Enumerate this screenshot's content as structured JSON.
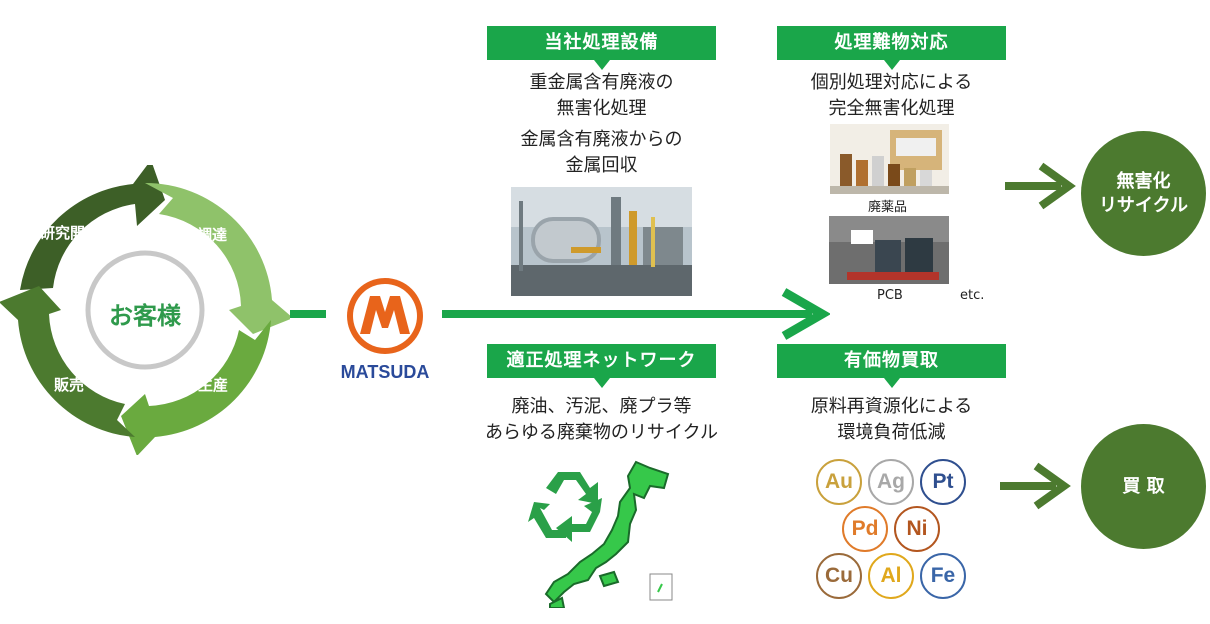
{
  "cycle": {
    "center": "お客様",
    "stages": [
      "研究開発",
      "調達",
      "生産",
      "販売"
    ],
    "colors": {
      "research": "#3d5f27",
      "procure": "#8fc26a",
      "produce": "#6aaa3f",
      "sales": "#4c7a2f"
    }
  },
  "logo": {
    "text": "MATSUDA",
    "color": "#e8641b"
  },
  "top_left": {
    "title": "当社処理設備",
    "line1": "重金属含有廃液の",
    "line2": "無害化処理",
    "line3": "金属含有廃液からの",
    "line4": "金属回収"
  },
  "top_right": {
    "title": "処理難物対応",
    "line1": "個別処理対応による",
    "line2": "完全無害化処理",
    "caption1": "廃薬品",
    "caption2": "PCB",
    "caption3": "etc."
  },
  "bottom_left": {
    "title": "適正処理ネットワーク",
    "line1": "廃油、汚泥、廃プラ等",
    "line2": "あらゆる廃棄物のリサイクル"
  },
  "bottom_right": {
    "title": "有価物買取",
    "line1": "原料再資源化による",
    "line2": "環境負荷低減",
    "metals": [
      {
        "sym": "Au",
        "color": "#c9a13c"
      },
      {
        "sym": "Ag",
        "color": "#a8a8a8"
      },
      {
        "sym": "Pt",
        "color": "#2f4f8f"
      },
      {
        "sym": "Pd",
        "color": "#e07b2a"
      },
      {
        "sym": "Ni",
        "color": "#b3561f"
      },
      {
        "sym": "Cu",
        "color": "#9a6a3a"
      },
      {
        "sym": "Al",
        "color": "#e0a81c"
      },
      {
        "sym": "Fe",
        "color": "#3a66a8"
      }
    ]
  },
  "outcomes": {
    "top_line1": "無害化",
    "top_line2": "リサイクル",
    "bottom": "買 取"
  },
  "accent": "#1aa64a",
  "arrow_color": "#4c7a2f"
}
